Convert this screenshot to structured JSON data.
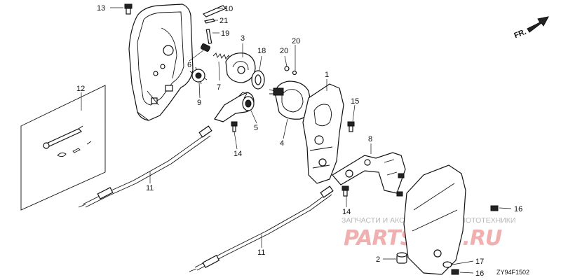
{
  "diagram": {
    "direction_label": "FR.",
    "diagram_code": "ZY94F1502",
    "watermark": {
      "caption": "ЗАПЧАСТИ И АКСЕССУАРЫ ДЛЯ МОТОТЕХНИКИ",
      "logo": "PARTSPOR.RU"
    },
    "callouts": [
      {
        "id": "c1",
        "label": "1"
      },
      {
        "id": "c2",
        "label": "2"
      },
      {
        "id": "c3",
        "label": "3"
      },
      {
        "id": "c4",
        "label": "4"
      },
      {
        "id": "c5",
        "label": "5"
      },
      {
        "id": "c6",
        "label": "6"
      },
      {
        "id": "c7",
        "label": "7"
      },
      {
        "id": "c8",
        "label": "8"
      },
      {
        "id": "c9",
        "label": "9"
      },
      {
        "id": "c10",
        "label": "10"
      },
      {
        "id": "c11a",
        "label": "11"
      },
      {
        "id": "c11b",
        "label": "11"
      },
      {
        "id": "c12",
        "label": "12"
      },
      {
        "id": "c13",
        "label": "13"
      },
      {
        "id": "c14a",
        "label": "14"
      },
      {
        "id": "c14b",
        "label": "14"
      },
      {
        "id": "c15",
        "label": "15"
      },
      {
        "id": "c16a",
        "label": "16"
      },
      {
        "id": "c16b",
        "label": "16"
      },
      {
        "id": "c17",
        "label": "17"
      },
      {
        "id": "c18",
        "label": "18"
      },
      {
        "id": "c19",
        "label": "19"
      },
      {
        "id": "c20a",
        "label": "20"
      },
      {
        "id": "c20b",
        "label": "20"
      },
      {
        "id": "c21",
        "label": "21"
      }
    ],
    "colors": {
      "line": "#111111",
      "watermark_text": "#b8b8b8",
      "watermark_logo": "#f0b0b0"
    }
  }
}
